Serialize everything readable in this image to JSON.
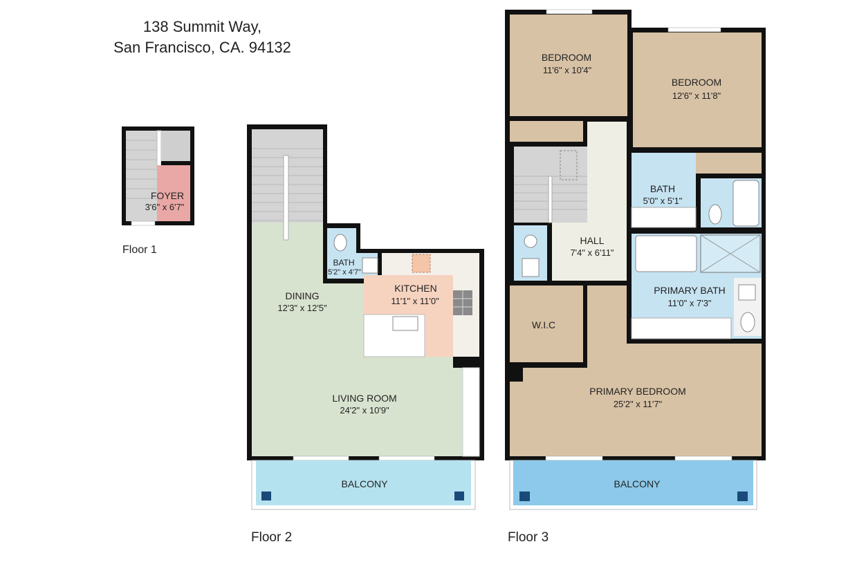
{
  "address": {
    "line1": "138 Summit Way,",
    "line2": "San Francisco, CA. 94132"
  },
  "floors": [
    {
      "label": "Floor 1",
      "rooms": [
        {
          "name": "FOYER",
          "size": "3'6\" x 6'7\""
        }
      ]
    },
    {
      "label": "Floor 2",
      "rooms": [
        {
          "name": "BATH",
          "size": "5'2\" x 4'7\""
        },
        {
          "name": "KITCHEN",
          "size": "11'1\" x 11'0\""
        },
        {
          "name": "DINING",
          "size": "12'3\" x 12'5\""
        },
        {
          "name": "LIVING ROOM",
          "size": "24'2\" x 10'9\""
        },
        {
          "name": "BALCONY",
          "size": ""
        }
      ]
    },
    {
      "label": "Floor 3",
      "rooms": [
        {
          "name": "BEDROOM",
          "size": "11'6\" x 10'4\""
        },
        {
          "name": "BEDROOM",
          "size": "12'6\" x 11'8\""
        },
        {
          "name": "BATH",
          "size": "5'0\" x 5'1\""
        },
        {
          "name": "HALL",
          "size": "7'4\" x 6'11\""
        },
        {
          "name": "PRIMARY BATH",
          "size": "11'0\" x 7'3\""
        },
        {
          "name": "W.I.C",
          "size": ""
        },
        {
          "name": "PRIMARY BEDROOM",
          "size": "25'2\" x 11'7\""
        },
        {
          "name": "BALCONY",
          "size": ""
        }
      ]
    }
  ],
  "colors": {
    "wall": "#111111",
    "bedroom": "#d8c2a5",
    "bath": "#c6e3f1",
    "living": "#d8e3cf",
    "kitchen": "#f6d3bf",
    "foyer": "#e9a8a5",
    "stairs": "#d4d4d4",
    "balcony2": "#b5e2ef",
    "balcony3": "#8cc9ea"
  }
}
